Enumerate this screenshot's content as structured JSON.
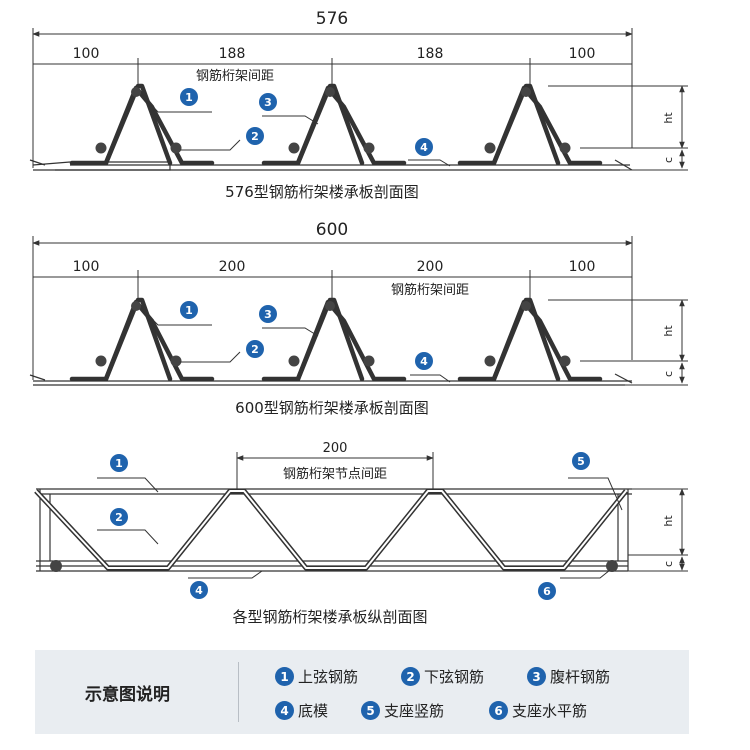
{
  "diagram1": {
    "total": "576",
    "dims": [
      "100",
      "188",
      "188",
      "100"
    ],
    "spacing_label": "钢筋桁架间距",
    "caption": "576型钢筋桁架楼承板剖面图",
    "ht_label": "ht",
    "c_label": "c"
  },
  "diagram2": {
    "total": "600",
    "dims": [
      "100",
      "200",
      "200",
      "100"
    ],
    "spacing_label": "钢筋桁架间距",
    "caption": "600型钢筋桁架楼承板剖面图",
    "ht_label": "ht",
    "c_label": "c"
  },
  "diagram3": {
    "dim": "200",
    "node_label": "钢筋桁架节点间距",
    "caption": "各型钢筋桁架楼承板纵剖面图",
    "ht_label": "ht",
    "c_label": "c"
  },
  "badges": [
    "1",
    "2",
    "3",
    "4",
    "5",
    "6"
  ],
  "legend": {
    "title": "示意图说明",
    "items": [
      {
        "num": "1",
        "label": "上弦钢筋"
      },
      {
        "num": "2",
        "label": "下弦钢筋"
      },
      {
        "num": "3",
        "label": "腹杆钢筋"
      },
      {
        "num": "4",
        "label": "底模"
      },
      {
        "num": "5",
        "label": "支座竖筋"
      },
      {
        "num": "6",
        "label": "支座水平筋"
      }
    ]
  },
  "colors": {
    "badge": "#1f63ad",
    "legend_bg": "#e9edf1"
  }
}
